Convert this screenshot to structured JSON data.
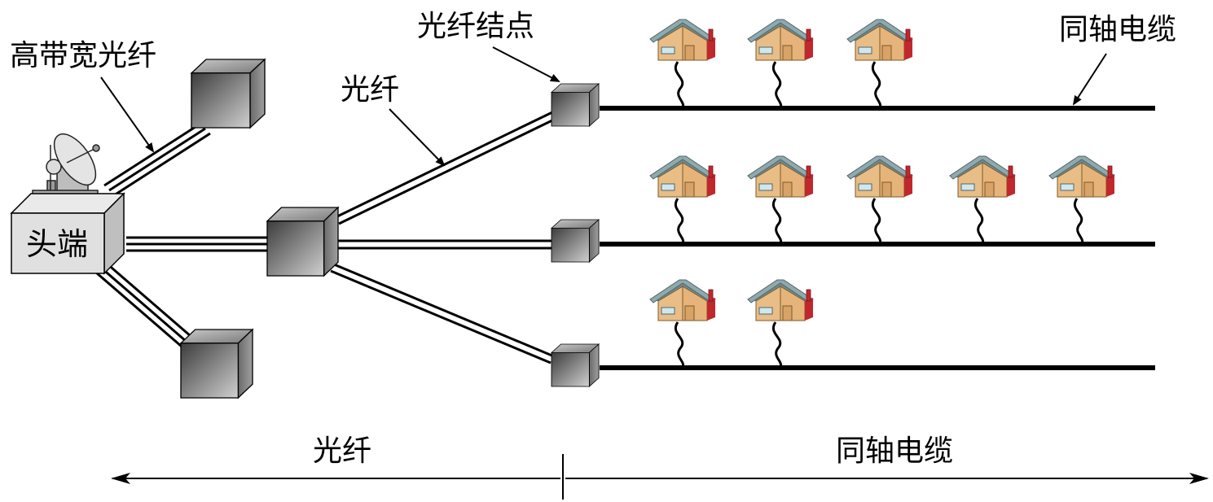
{
  "labels": {
    "headend": "头端",
    "hfc_fiber": "高带宽光纤",
    "fiber": "光纤",
    "fiber_node": "光纤结点",
    "coax": "同轴电缆",
    "bottom_fiber": "光纤",
    "bottom_coax": "同轴电缆"
  },
  "houses_per_line": [
    3,
    5,
    2
  ],
  "colors": {
    "house_wall": "#e6b47a",
    "house_roof": "#8fa9ad",
    "house_chimney": "#c0282d",
    "box_dark": "#555555",
    "box_light": "#d6d6d6"
  }
}
